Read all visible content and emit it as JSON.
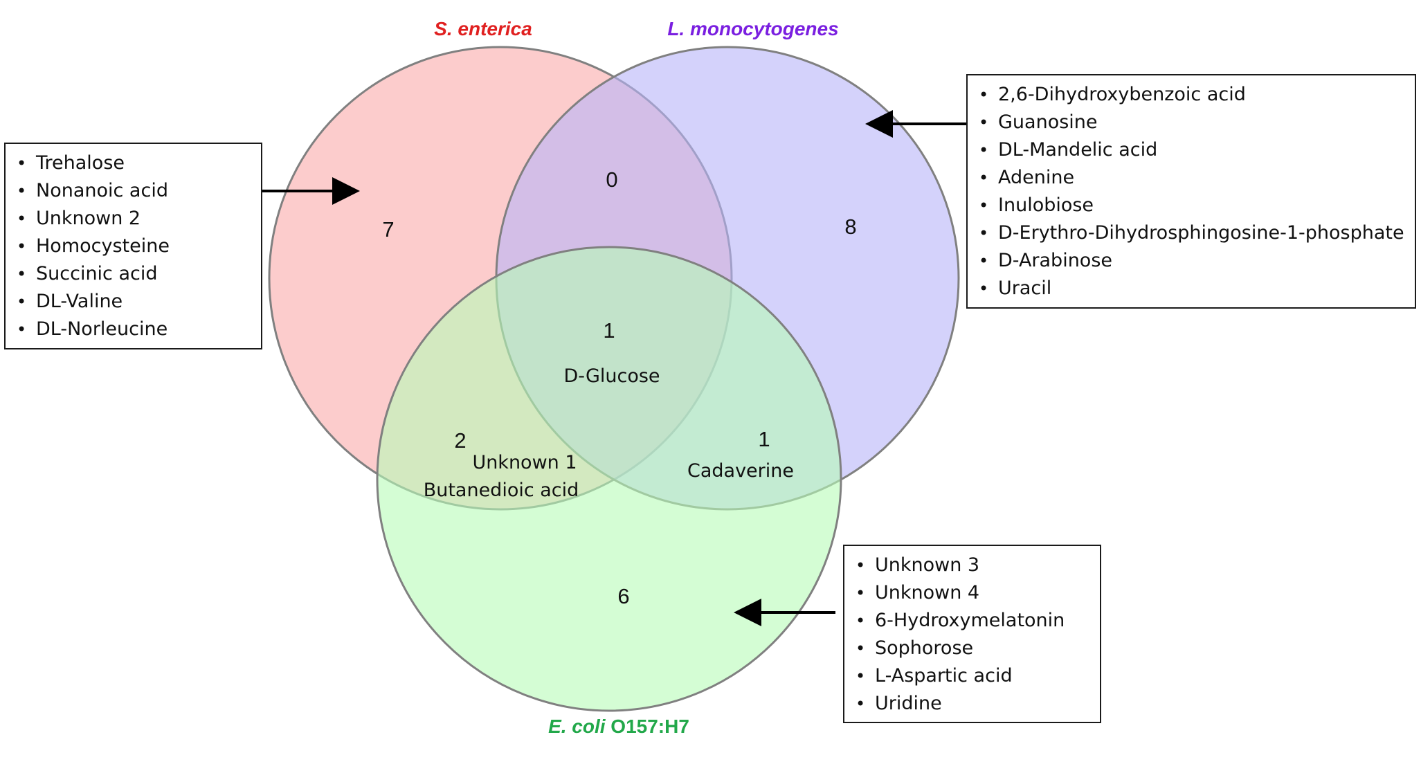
{
  "sets": {
    "s_enterica": {
      "title": "S. enterica",
      "color": "#e02020",
      "fill": "#fbb8b8"
    },
    "l_monocytogenes": {
      "title": "L. monocytogenes",
      "color": "#7a1fe0",
      "fill": "#b8b4f8"
    },
    "e_coli": {
      "title_italic": "E. coli",
      "title_rest": " O157:H7",
      "color": "#22a84a",
      "fill": "#b8fbb8"
    }
  },
  "regions": {
    "s_only": {
      "count": "7"
    },
    "l_only": {
      "count": "8"
    },
    "e_only": {
      "count": "6"
    },
    "s_l": {
      "count": "0"
    },
    "s_e": {
      "count": "2",
      "items": [
        "Unknown 1",
        "Butanedioic acid"
      ]
    },
    "l_e": {
      "count": "1",
      "items": [
        "Cadaverine"
      ]
    },
    "all": {
      "count": "1",
      "items": [
        "D-Glucose"
      ]
    }
  },
  "lists": {
    "s_enterica": [
      "Trehalose",
      "Nonanoic acid",
      "Unknown 2",
      "Homocysteine",
      "Succinic acid",
      "DL-Valine",
      "DL-Norleucine"
    ],
    "l_monocytogenes": [
      "2,6-Dihydroxybenzoic acid",
      "Guanosine",
      "DL-Mandelic acid",
      "Adenine",
      "Inulobiose",
      "D-Erythro-Dihydrosphingosine-1-phosphate",
      "D-Arabinose",
      "Uracil"
    ],
    "e_coli": [
      "Unknown 3",
      "Unknown 4",
      "6-Hydroxymelatonin",
      "Sophorose",
      "L-Aspartic acid",
      "Uridine"
    ]
  }
}
